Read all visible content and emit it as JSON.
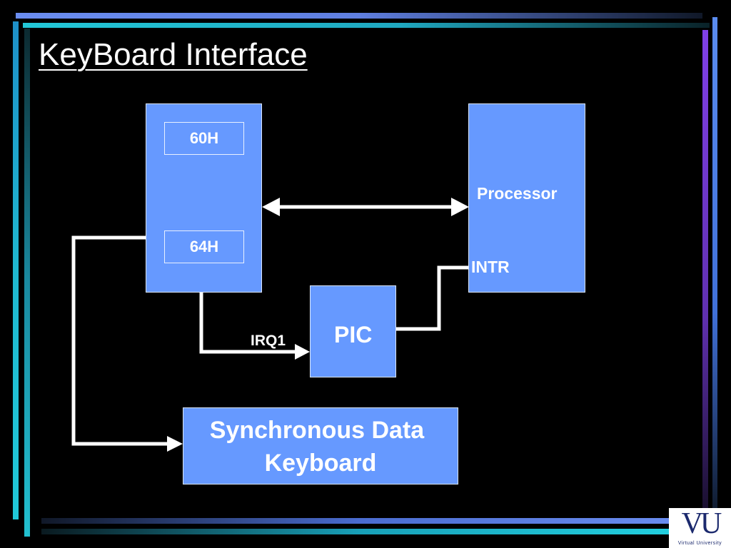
{
  "slide": {
    "title": "KeyBoard Interface"
  },
  "diagram": {
    "controller": {
      "register_top": "60H",
      "register_bottom": "64H"
    },
    "processor": {
      "label": "Processor",
      "intr_label": "INTR"
    },
    "pic": {
      "label": "PIC",
      "irq_label": "IRQ1"
    },
    "keyboard": {
      "line1": "Synchronous Data",
      "line2": "Keyboard"
    }
  },
  "logo": {
    "mark": "VU",
    "text": "Virtual University"
  },
  "colors": {
    "box_fill": "#6699ff",
    "background": "#000000",
    "connector": "#ffffff"
  }
}
